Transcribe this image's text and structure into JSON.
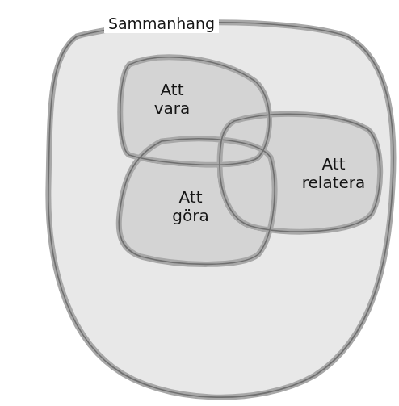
{
  "diagram": {
    "nodes": [
      {
        "text": [
          "Sammanhang"
        ]
      },
      {
        "text": [
          "Att vara"
        ],
        "in": 0
      },
      {
        "text": [
          "Att relatera"
        ],
        "in": 0
      },
      {
        "text": [
          "Att göra"
        ],
        "in": 0
      }
    ]
  }
}
